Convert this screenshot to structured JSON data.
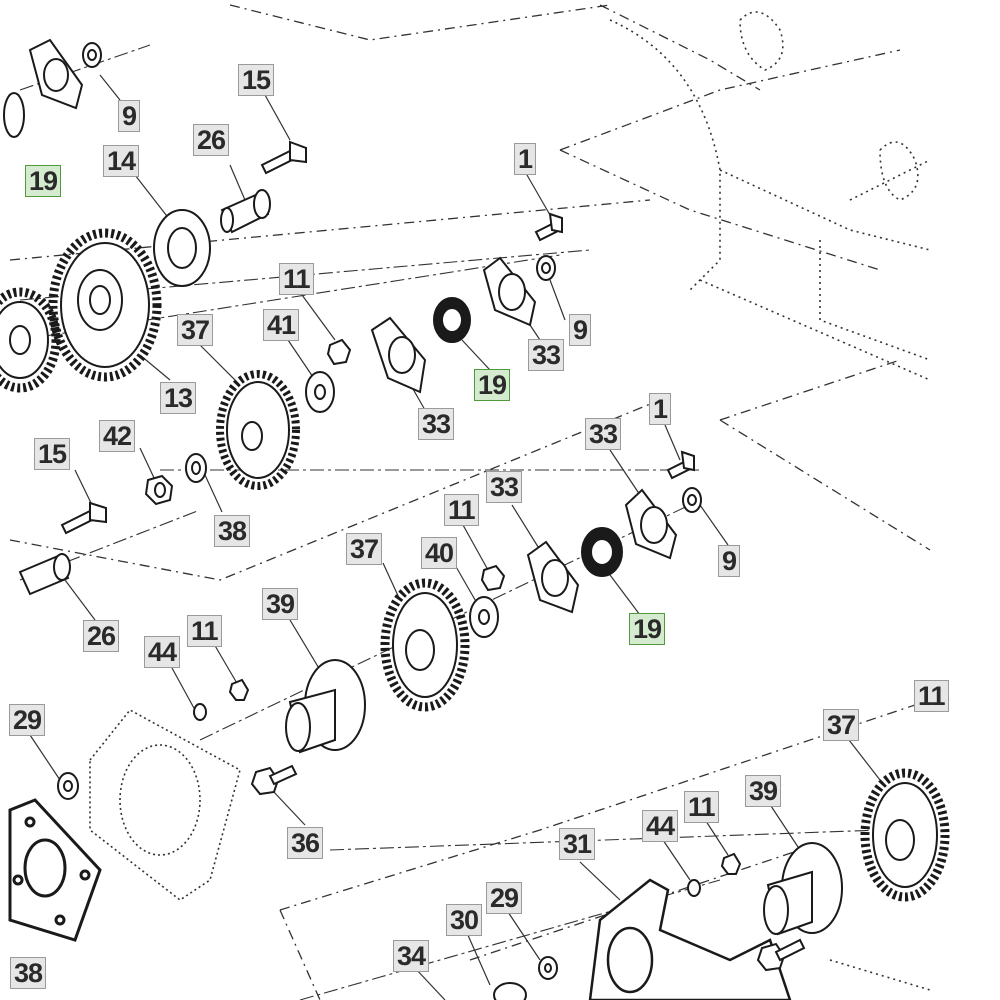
{
  "callouts": [
    {
      "id": "c1",
      "label": "15",
      "highlight": false
    },
    {
      "id": "c2",
      "label": "9",
      "highlight": false
    },
    {
      "id": "c3",
      "label": "19",
      "highlight": true
    },
    {
      "id": "c4",
      "label": "26",
      "highlight": false
    },
    {
      "id": "c5",
      "label": "14",
      "highlight": false
    },
    {
      "id": "c6",
      "label": "1",
      "highlight": false
    },
    {
      "id": "c7",
      "label": "11",
      "highlight": false
    },
    {
      "id": "c8",
      "label": "37",
      "highlight": false
    },
    {
      "id": "c9",
      "label": "41",
      "highlight": false
    },
    {
      "id": "c10",
      "label": "9",
      "highlight": false
    },
    {
      "id": "c11",
      "label": "33",
      "highlight": false
    },
    {
      "id": "c12",
      "label": "19",
      "highlight": true
    },
    {
      "id": "c13",
      "label": "13",
      "highlight": false
    },
    {
      "id": "c14",
      "label": "33",
      "highlight": false
    },
    {
      "id": "c15",
      "label": "15",
      "highlight": false
    },
    {
      "id": "c16",
      "label": "42",
      "highlight": false
    },
    {
      "id": "c17",
      "label": "1",
      "highlight": false
    },
    {
      "id": "c18",
      "label": "33",
      "highlight": false
    },
    {
      "id": "c19",
      "label": "38",
      "highlight": false
    },
    {
      "id": "c20",
      "label": "11",
      "highlight": false
    },
    {
      "id": "c21",
      "label": "33",
      "highlight": false
    },
    {
      "id": "c22",
      "label": "37",
      "highlight": false
    },
    {
      "id": "c23",
      "label": "40",
      "highlight": false
    },
    {
      "id": "c24",
      "label": "9",
      "highlight": false
    },
    {
      "id": "c25",
      "label": "26",
      "highlight": false
    },
    {
      "id": "c26",
      "label": "39",
      "highlight": false
    },
    {
      "id": "c27",
      "label": "19",
      "highlight": true
    },
    {
      "id": "c28",
      "label": "44",
      "highlight": false
    },
    {
      "id": "c29",
      "label": "11",
      "highlight": false
    },
    {
      "id": "c30",
      "label": "11",
      "highlight": false
    },
    {
      "id": "c31",
      "label": "29",
      "highlight": false
    },
    {
      "id": "c32",
      "label": "37",
      "highlight": false
    },
    {
      "id": "c33",
      "label": "36",
      "highlight": false
    },
    {
      "id": "c34",
      "label": "39",
      "highlight": false
    },
    {
      "id": "c35",
      "label": "44",
      "highlight": false
    },
    {
      "id": "c36",
      "label": "11",
      "highlight": false
    },
    {
      "id": "c37",
      "label": "31",
      "highlight": false
    },
    {
      "id": "c38",
      "label": "29",
      "highlight": false
    },
    {
      "id": "c39",
      "label": "30",
      "highlight": false
    },
    {
      "id": "c40",
      "label": "34",
      "highlight": false
    },
    {
      "id": "c41",
      "label": "38",
      "highlight": false
    }
  ]
}
